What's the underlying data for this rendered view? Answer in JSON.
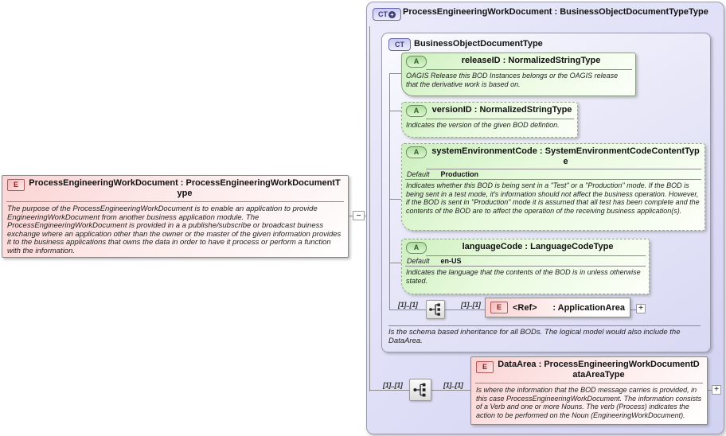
{
  "diagram": {
    "element": {
      "icon": "E",
      "label": "ProcessEngineeringWorkDocument : ProcessEngineeringWorkDocumentType",
      "annotation": "The purpose of the ProcessEngineeringWorkDocument is to enable an application to provide EngineeringWorkDocument from another business application module. The ProcessEngineeringWorkDocument is provided in a a publishe/subscribe or broadcast buiness exchange where an application other than the owner or the master of the given information provides it to the business applications that owns the data in order to have it process or perform a function with the information.",
      "collapse_glyph": "−"
    },
    "type_box": {
      "icon": "CT",
      "icon_plus": "+",
      "label": "ProcessEngineeringWorkDocument : BusinessObjectDocumentTypeType",
      "base_box": {
        "icon": "CT",
        "label": "BusinessObjectDocumentType",
        "attributes": [
          {
            "icon": "A",
            "label": "releaseID : NormalizedStringType",
            "annotation": "OAGIS Release this BOD Instances belongs or the OAGIS release that the derivative work is based on."
          },
          {
            "icon": "A",
            "label": "versionID : NormalizedStringType",
            "annotation": "Indicates the version of the given BOD defintion."
          },
          {
            "icon": "A",
            "label": "systemEnvironmentCode : SystemEnvironmentCodeContentType",
            "default_label": "Default",
            "default_value": "Production",
            "annotation": "Indicates whether this BOD is being sent in a \"Test\" or a \"Production\" mode. If the BOD is being sent in a test mode, it's information should not affect the business operation. However, if the BOD is sent in \"Production\" mode it is assumed that all test has been complete and the contents of the BOD are to affect the operation of the receiving business application(s)."
          },
          {
            "icon": "A",
            "label": "languageCode : LanguageCodeType",
            "default_label": "Default",
            "default_value": "en-US",
            "annotation": "Indicates the language that the contents of the BOD is in unless otherwise stated."
          }
        ],
        "occurs_left": "[1]..[1]",
        "occurs_right": "[1]..[1]",
        "ref": {
          "icon": "E",
          "name": "<Ref>",
          "type": ": ApplicationArea",
          "expand_glyph": "+"
        },
        "annotation": "Is the schema based inheritance for all BODs. The logical model would also include the DataArea."
      },
      "data_area": {
        "occurs_left": "[1]..[1]",
        "occurs_right": "[1]..[1]",
        "icon": "E",
        "label": "DataArea : ProcessEngineeringWorkDocumentDataAreaType",
        "annotation": "Is where the information that the BOD message carries is provided, in this case ProcessEngineeringWorkDocument. The information consists of a Verb and one or more Nouns. The verb (Process) indicates the action to be performed on the Noun (EngineeringWorkDocument).",
        "expand_glyph": "+"
      }
    }
  }
}
